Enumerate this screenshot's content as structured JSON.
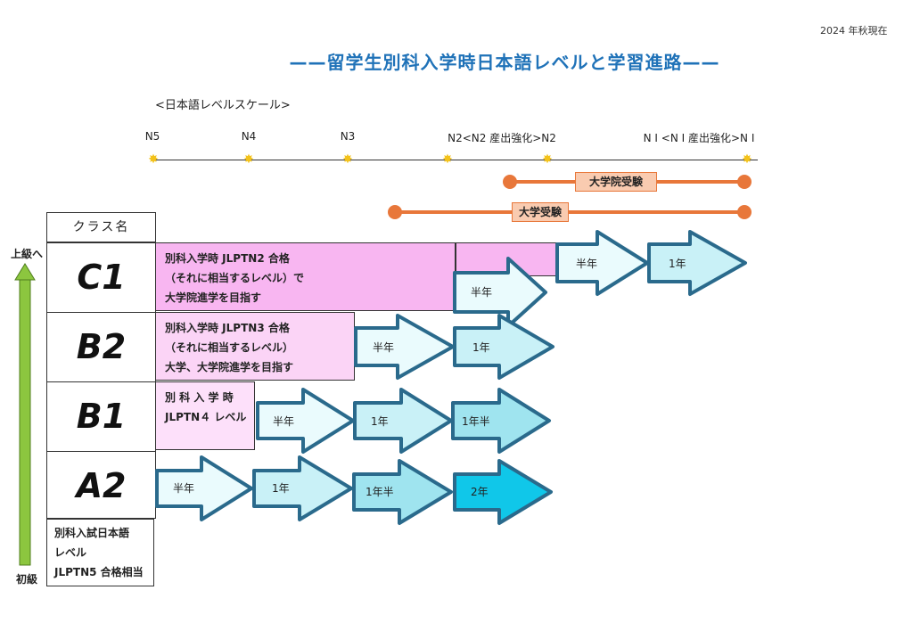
{
  "date_note": "2024 年秋現在",
  "title": "——留学生別科入学時日本語レベルと学習進路——",
  "scale": {
    "label": "<日本語レベルスケール>",
    "ticks": [
      "N5",
      "N4",
      "N3",
      "N2<N2 産出強化>N2",
      "N I <N I 産出強化>N I"
    ]
  },
  "exams": {
    "graduate": "大学院受験",
    "university": "大学受験"
  },
  "table": {
    "header": "クラス名",
    "levels": [
      "C1",
      "B2",
      "B1",
      "A2"
    ],
    "footer": [
      "別科入試日本語",
      "レベル",
      "JLPTN5 合格相当"
    ]
  },
  "axis": {
    "top": "上級へ",
    "bottom": "初級"
  },
  "descriptions": {
    "c1": [
      "別科入学時 JLPTN2 合格",
      "（それに相当するレベル）で",
      "大学院進学を目指す"
    ],
    "b2": [
      "別科入学時 JLPTN3 合格",
      "（それに相当するレベル）",
      "大学、大学院進学を目指す"
    ],
    "b1": [
      "別 科 入 学 時",
      "JLPTN４ レベル"
    ]
  },
  "durations": {
    "c1": [
      "半年",
      "半年",
      "1年"
    ],
    "b2": [
      "半年",
      "1年"
    ],
    "b1": [
      "半年",
      "1年",
      "1年半"
    ],
    "a2": [
      "半年",
      "1年",
      "1年半",
      "2年"
    ]
  },
  "colors": {
    "title": "#1f72b8",
    "exam_bar": "#e8773a",
    "arrow_stroke": "#2a6a8c",
    "arrow_fill": "#eafbfd",
    "arrow_fill_mid": "#c9f1f7",
    "arrow_fill_strong": "#9fe4ef",
    "arrow_fill_highlight": "#10c7e9",
    "c1_desc": "#f8b6f1",
    "axis_arrow": "#8cc63f"
  }
}
